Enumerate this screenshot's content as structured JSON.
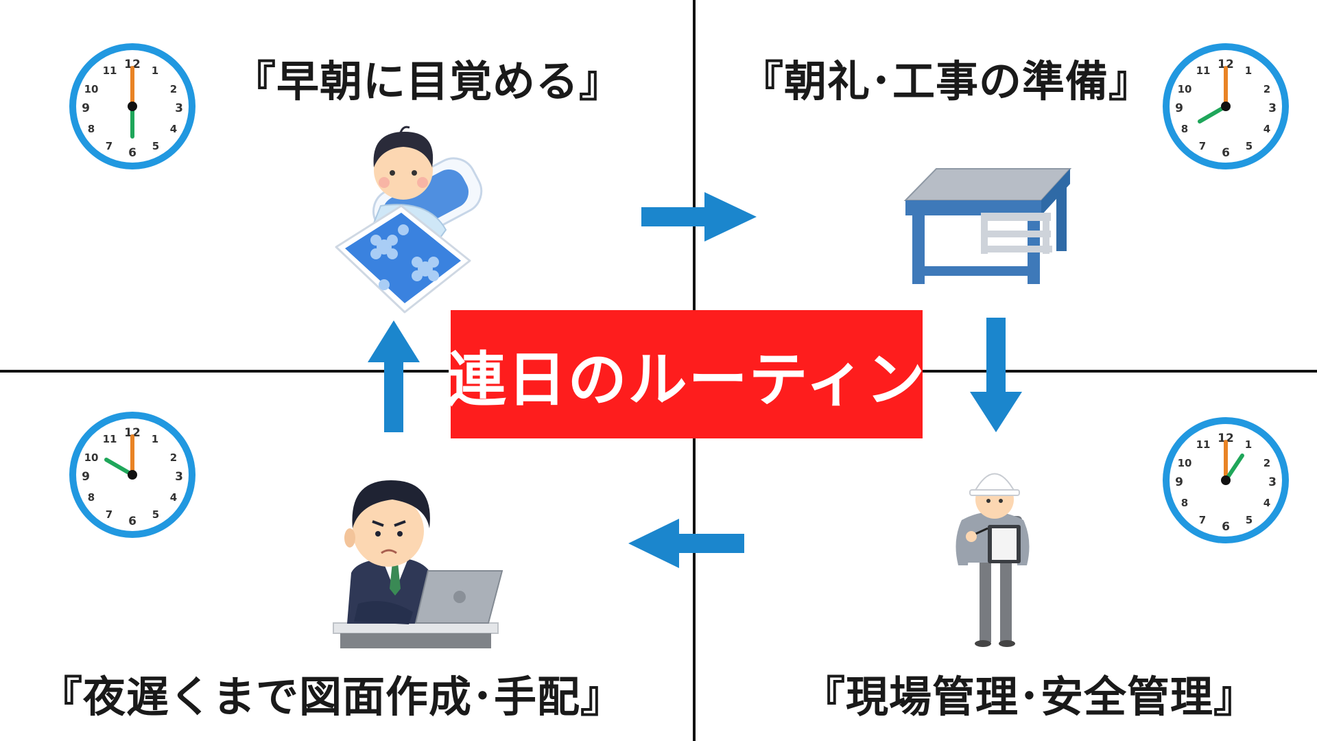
{
  "title": "連日のルーティン",
  "steps": [
    {
      "label": "『早朝に目覚める』",
      "clock_icon": "clock-6-00-icon",
      "illustration": "sleeping-boy-futon-icon"
    },
    {
      "label": "『朝礼･工事の準備』",
      "clock_icon": "clock-8-00-icon",
      "illustration": "steel-workbench-icon"
    },
    {
      "label": "『現場管理･安全管理』",
      "clock_icon": "clock-12-10-icon",
      "illustration": "site-supervisor-clipboard-icon"
    },
    {
      "label": "『夜遅くまで図面作成･手配』",
      "clock_icon": "clock-22-00-icon",
      "illustration": "office-worker-laptop-icon"
    }
  ],
  "colors": {
    "banner": "#fe1d1d",
    "arrow": "#1b86cd",
    "clock_rim": "#2198e0",
    "hour_hand": "#e98325",
    "minute_hand": "#1fa65a",
    "divider": "#111111"
  }
}
